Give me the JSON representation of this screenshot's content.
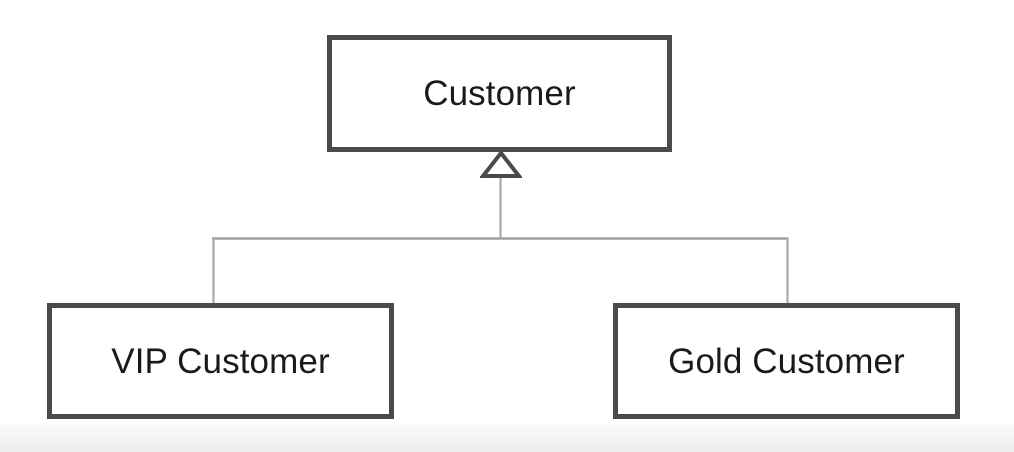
{
  "diagram": {
    "type": "uml-class-diagram",
    "relationship": "generalization",
    "background_color": "#ffffff",
    "box_border_color": "#4a4a4a",
    "connector_color": "#a0a0a0",
    "text_color": "#1a1a1a",
    "parent": {
      "label": "Customer"
    },
    "children": [
      {
        "label": "VIP Customer"
      },
      {
        "label": "Gold Customer"
      }
    ],
    "connector": {
      "arrow_type": "hollow-triangle",
      "arrow_name": "inheritance-triangle-icon"
    }
  }
}
